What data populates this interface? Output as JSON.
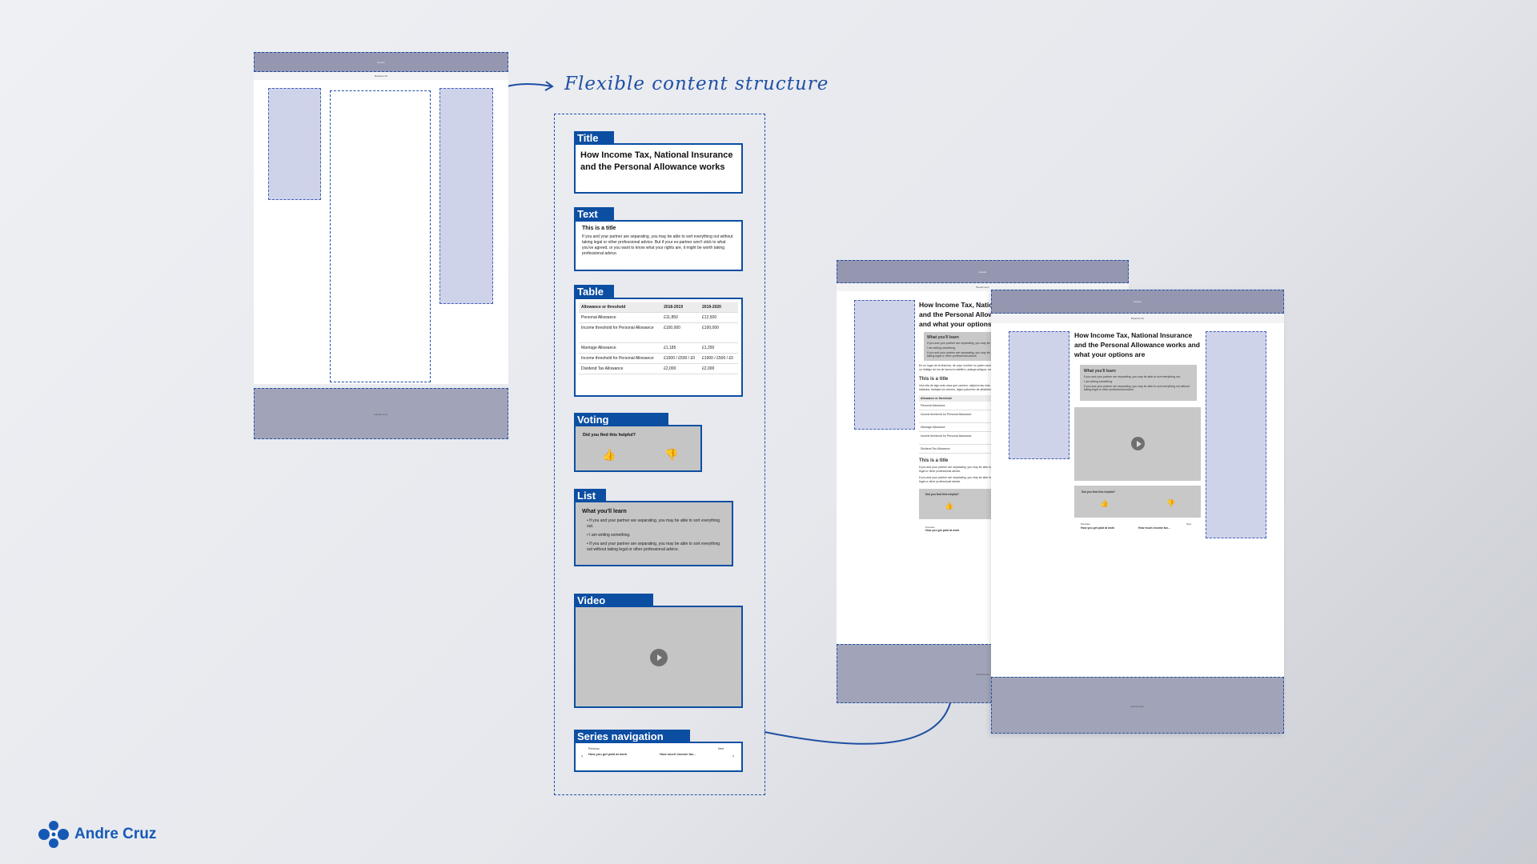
{
  "annotation": "Flexible content structure",
  "wireframe_small": {
    "header_label": "Header",
    "breadcrumb_label": "Breadcrumb",
    "footer_label": "Global footer"
  },
  "components": {
    "title": {
      "tab": "Title",
      "text": "How Income Tax, National Insurance and the Personal Allowance works"
    },
    "text": {
      "tab": "Text",
      "heading": "This is a title",
      "body": "If you and your partner are separating, you may be able to sort everything out without taking legal or other professional advice. But if your ex-partner won't stick to what you've agreed, or you want to know what your rights are, it might be worth taking professional advice."
    },
    "table": {
      "tab": "Table",
      "headers": [
        "Allowance or threshold",
        "2018-2019",
        "2019-2020"
      ],
      "rows": [
        [
          "Personal Allowance",
          "£11,850",
          "£12,500"
        ],
        [
          "Income threshold for Personal Allowance",
          "£100,000",
          "£100,000"
        ],
        [
          "Marriage Allowance",
          "£1,185",
          "£1,250"
        ],
        [
          "Income threshold for Personal Allowance",
          "£1000 / £500 / £0",
          "£1000 / £500 / £0"
        ],
        [
          "Dividend Tax Allowance",
          "£2,000",
          "£2,000"
        ]
      ]
    },
    "voting": {
      "tab": "Voting",
      "question": "Did you find this helpful?"
    },
    "list": {
      "tab": "List",
      "heading": "What you'll learn",
      "items": [
        "If you and your partner are separating, you may be able to sort everything out.",
        "I am writing something.",
        "If you and your partner are separating, you may be able to sort everything out without taking legal or other professional advice."
      ]
    },
    "video": {
      "tab": "Video"
    },
    "series_nav": {
      "tab": "Series navigation",
      "previous_label": "Previous",
      "previous_title": "How you get paid at work",
      "next_label": "Next",
      "next_title": "How much income tax..."
    }
  },
  "mockup_back": {
    "header_label": "Header",
    "breadcrumb_label": "Breadcrumb",
    "title": "How Income Tax, National Insurance and the Personal Allowance works and what your options are",
    "learn_heading": "What you'll learn",
    "learn_items": [
      "If you and your partner are separating, you may be able to sort everything out.",
      "I am writing something.",
      "If you and your partner are separating, you may be able to sort everything out without taking legal or other professional advice."
    ],
    "body_1": "En un lugar de la Mancha, de cuyo nombre no quiero acordarme, no ha mucho tiempo que vivía un hidalgo de los de lanza en astillero, adarga antigua, rocín flaco y galgo corredor.",
    "section_title": "This is a title",
    "body_2": "Una olla de algo más vaca que carnero, salpicón las más noches, duelos y quebrantos los sábados, lantejas los viernes, algún palomino de añadidura los domingos.",
    "table_headers": [
      "Allowance or threshold"
    ],
    "table_rows": [
      "Personal Allowance",
      "Income threshold for Personal Allowance",
      "Marriage Allowance",
      "Income threshold for Personal Allowance",
      "Dividend Tax Allowance"
    ],
    "section_title_2": "This is a title",
    "body_3": "If you and your partner are separating, you may be able to sort everything out without taking legal or other professional advice.",
    "body_4": "If you and your partner are separating, you may be able to sort everything out without taking legal or other professional advice.",
    "vote_question": "Did you find this helpful?",
    "prev_label": "Previous",
    "prev_title": "How you get paid at work",
    "footer_label": "Global footer"
  },
  "mockup_front": {
    "header_label": "Header",
    "breadcrumb_label": "Breadcrumb",
    "title": "How Income Tax, National Insurance and the Personal Allowance works and what your options are",
    "learn_heading": "What you'll learn",
    "learn_items": [
      "If you and your partner are separating, you may be able to sort everything out.",
      "I am writing something.",
      "If you and your partner are separating, you may be able to sort everything out without taking legal or other professional advice."
    ],
    "vote_question": "Did you find this helpful?",
    "prev_label": "Previous",
    "prev_title": "How you get paid at work",
    "next_label": "Next",
    "next_title": "How much income tax...",
    "footer_label": "Global footer"
  },
  "brand": {
    "name": "Andre Cruz"
  }
}
